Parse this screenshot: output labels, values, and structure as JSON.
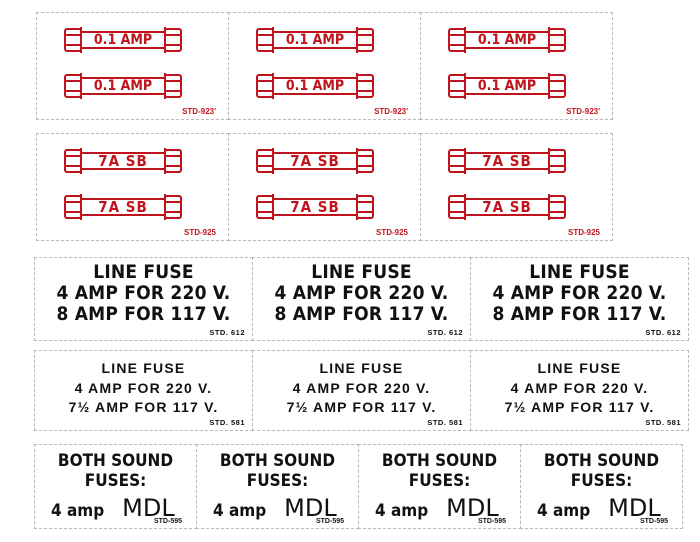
{
  "fuse_row_1": {
    "label": "0.1 AMP",
    "code": "STD-923'",
    "color": "#c0141c",
    "cells": [
      {
        "top_label": "0.1 AMP",
        "bottom_label": "0.1 AMP",
        "code": "STD-923'"
      },
      {
        "top_label": "0.1 AMP",
        "bottom_label": "0.1 AMP",
        "code": "STD-923'"
      },
      {
        "top_label": "0.1 AMP",
        "bottom_label": "0.1 AMP",
        "code": "STD-923'"
      }
    ]
  },
  "fuse_row_2": {
    "cells": [
      {
        "top_label": "7A  SB",
        "bottom_label": "7A  SB",
        "code": "STD-925"
      },
      {
        "top_label": "7A  SB",
        "bottom_label": "7A  SB",
        "code": "STD-925"
      },
      {
        "top_label": "7A  SB",
        "bottom_label": "7A  SB",
        "code": "STD-925"
      }
    ]
  },
  "line_fuse_large": {
    "cells": [
      {
        "line1": "LINE FUSE",
        "line2": "4 AMP FOR 220 V.",
        "line3": "8 AMP FOR 117 V.",
        "code": "STD. 612"
      },
      {
        "line1": "LINE FUSE",
        "line2": "4 AMP FOR 220 V.",
        "line3": "8 AMP FOR 117 V.",
        "code": "STD. 612"
      },
      {
        "line1": "LINE FUSE",
        "line2": "4 AMP FOR 220 V.",
        "line3": "8 AMP FOR 117 V.",
        "code": "STD. 612"
      }
    ]
  },
  "line_fuse_small": {
    "cells": [
      {
        "line1": "LINE FUSE",
        "line2": "4 AMP FOR 220 V.",
        "line3": "7½ AMP FOR 117 V.",
        "code": "STD. 581"
      },
      {
        "line1": "LINE FUSE",
        "line2": "4 AMP FOR 220 V.",
        "line3": "7½ AMP FOR 117 V.",
        "code": "STD. 581"
      },
      {
        "line1": "LINE FUSE",
        "line2": "4 AMP FOR 220 V.",
        "line3": "7½ AMP FOR 117 V.",
        "code": "STD. 581"
      }
    ]
  },
  "sound_fuse": {
    "cells": [
      {
        "line1": "BOTH SOUND",
        "line2": "FUSES:",
        "amp": "4 amp",
        "brand": "MDL",
        "code": "STD-595"
      },
      {
        "line1": "BOTH SOUND",
        "line2": "FUSES:",
        "amp": "4 amp",
        "brand": "MDL",
        "code": "STD-595"
      },
      {
        "line1": "BOTH SOUND",
        "line2": "FUSES:",
        "amp": "4 amp",
        "brand": "MDL",
        "code": "STD-595"
      },
      {
        "line1": "BOTH SOUND",
        "line2": "FUSES:",
        "amp": "4 amp",
        "brand": "MDL",
        "code": "STD-595"
      }
    ]
  }
}
